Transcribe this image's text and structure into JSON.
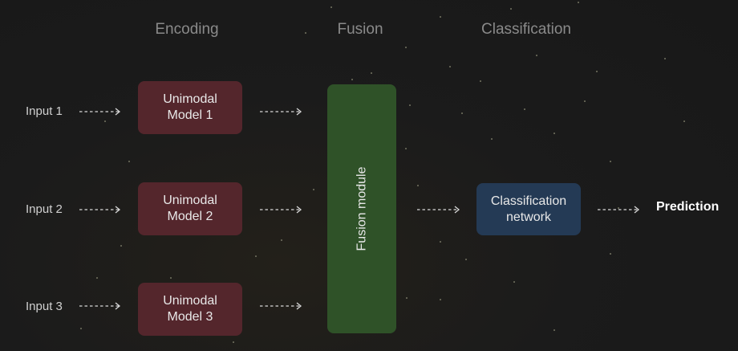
{
  "stages": {
    "encoding": "Encoding",
    "fusion": "Fusion",
    "classification": "Classification"
  },
  "inputs": [
    {
      "label": "Input 1",
      "model_line1": "Unimodal",
      "model_line2": "Model 1"
    },
    {
      "label": "Input 2",
      "model_line1": "Unimodal",
      "model_line2": "Model 2"
    },
    {
      "label": "Input 3",
      "model_line1": "Unimodal",
      "model_line2": "Model 3"
    }
  ],
  "fusion_module": "Fusion module",
  "classifier": {
    "line1": "Classification",
    "line2": "network"
  },
  "output": "Prediction",
  "colors": {
    "background": "#1b1b1b",
    "model_box": "#54262c",
    "fusion_box": "#2f5228",
    "classifier_box": "#243a55",
    "arrow": "#d8d8d8",
    "stage_title": "#8a8a8a"
  }
}
